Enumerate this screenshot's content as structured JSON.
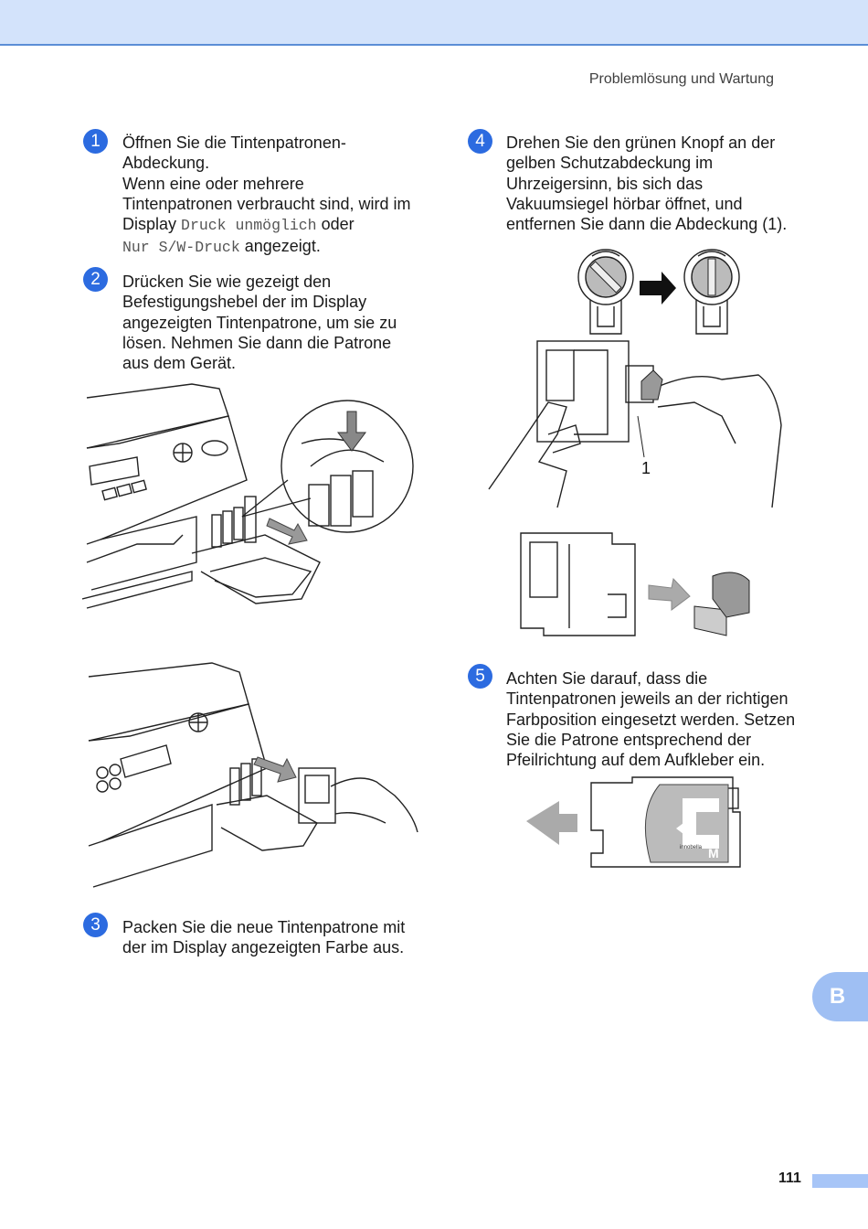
{
  "header": {
    "title": "Problemlösung und Wartung"
  },
  "steps": [
    {
      "number": "1",
      "lines": [
        "Öffnen Sie die Tintenpatronen-",
        "Abdeckung.",
        "Wenn eine oder mehrere",
        "Tintenpatronen verbraucht sind, wird im"
      ],
      "display_prefix": "Display",
      "display_code1": "Druck unmöglich",
      "display_oder": "oder",
      "display_code2": "Nur S/W-Druck",
      "display_suffix": "angezeigt."
    },
    {
      "number": "2",
      "lines": [
        "Drücken Sie wie gezeigt den",
        "Befestigungshebel der im Display",
        "angezeigten Tintenpatrone, um sie zu",
        "lösen. Nehmen Sie dann die Patrone",
        "aus dem Gerät."
      ]
    },
    {
      "number": "3",
      "lines": [
        "Packen Sie die neue Tintenpatrone mit",
        "der im Display angezeigten Farbe aus."
      ]
    },
    {
      "number": "4",
      "lines": [
        "Drehen Sie den grünen Knopf an der",
        "gelben Schutzabdeckung im",
        "Uhrzeigersinn, bis sich das",
        "Vakuumsiegel hörbar öffnet, und",
        "entfernen Sie dann die Abdeckung (1)."
      ]
    },
    {
      "number": "5",
      "lines": [
        "Achten Sie darauf, dass die",
        "Tintenpatronen jeweils an der richtigen",
        "Farbposition eingesetzt werden. Setzen",
        "Sie die Patrone entsprechend der",
        "Pfeilrichtung auf dem Aufkleber ein."
      ]
    }
  ],
  "illustrations": {
    "callout_label": "1",
    "cartridge_letter": "M",
    "cartridge_brand": "innobella"
  },
  "section_tab": "B",
  "page_number": "111",
  "colors": {
    "accent": "#2c6be0",
    "header_bg": "#d3e3fb",
    "tab": "#9fbff3"
  }
}
